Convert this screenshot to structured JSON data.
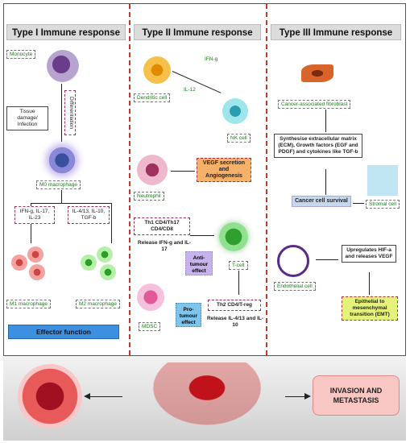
{
  "headers": {
    "type1": "Type I Immune response",
    "type2": "Type II Immune response",
    "type3": "Type III Immune response"
  },
  "type1": {
    "monocyte": "Monocyte",
    "tissue_damage": "Tissue damage/ Infection",
    "differentiation": "Differentiation",
    "m0": "M0 macrophage",
    "m1_signals": "IFN-g, IL-17, IL-23",
    "m2_signals": "IL-4/13, IL-10, TGF-b",
    "m1": "M1 macrophage",
    "m2": "M2 macrophage",
    "effector": "Effector function"
  },
  "type2": {
    "dendritic": "Dendritic cell",
    "ifng": "IFN-g",
    "il12": "IL-12",
    "nk": "NK cell",
    "neutrophil": "Neutrophil",
    "vegf": "VEGF secretion and Angiogenesis",
    "th1": "Th1 CD4/Th17 CD4/CD8",
    "release1": "Release IFN-g and IL-17",
    "anti": "Anti- tumour effect",
    "tcell": "T-cell",
    "mdsc": "MDSC",
    "pro": "Pro- tumour effect",
    "th2": "Th2 CD4/T-reg",
    "release2": "Release IL-4/13 and IL-10"
  },
  "type3": {
    "caf": "Cancer-associated fibroblast",
    "synth": "Synthesise extracellular matrix (ECM), Growth factors (EGF and PDGF) and cytokines like TGF-b",
    "survival": "Cancer cell survival",
    "stromal": "Stromal cell",
    "endo": "Endothelial cell",
    "hif": "Upregulates HIF-a and releases VEGF",
    "emt": "Epithelial to mesenchymal transition (EMT)"
  },
  "bottom": {
    "invasion": "INVASION AND METASTASIS"
  }
}
